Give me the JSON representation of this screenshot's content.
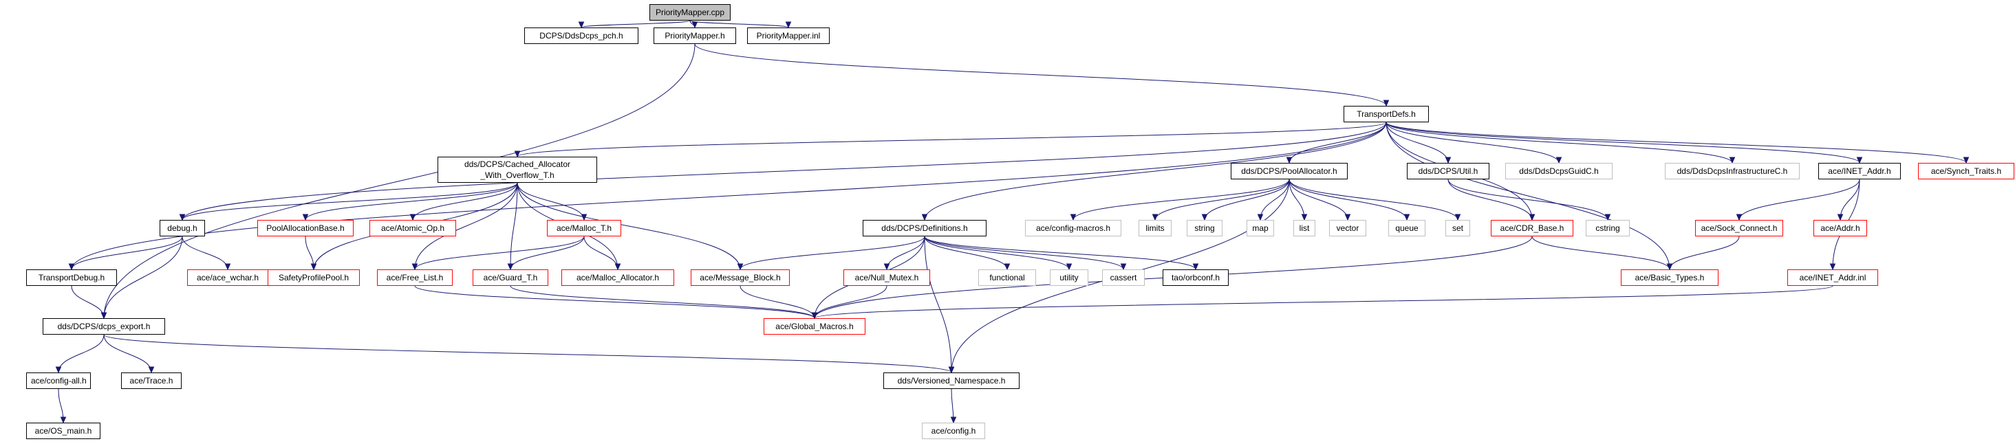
{
  "diagram": {
    "colors": {
      "edge": "#191970",
      "black": "#000000",
      "red": "#ff0000",
      "gray": "#bfbfbf",
      "root_fill": "#bfbfbf"
    },
    "nodes": [
      {
        "id": "n0",
        "label": "PriorityMapper.cpp",
        "style": "root"
      },
      {
        "id": "n1",
        "label": "DCPS/DdsDcps_pch.h",
        "style": "black"
      },
      {
        "id": "n2",
        "label": "PriorityMapper.h",
        "style": "black"
      },
      {
        "id": "n3",
        "label": "PriorityMapper.inl",
        "style": "black"
      },
      {
        "id": "n4",
        "label": "TransportDefs.h",
        "style": "black"
      },
      {
        "id": "n5",
        "label": "dds/DCPS/dcps_export.h",
        "style": "black"
      },
      {
        "id": "n6",
        "label": "dds/DCPS/Cached_Allocator_With_Overflow_T.h",
        "lines": [
          "dds/DCPS/Cached_Allocator",
          "_With_Overflow_T.h"
        ],
        "style": "black"
      },
      {
        "id": "n7",
        "label": "dds/DCPS/PoolAllocator.h",
        "style": "black"
      },
      {
        "id": "n8",
        "label": "dds/DCPS/Util.h",
        "style": "black"
      },
      {
        "id": "n9",
        "label": "dds/DdsDcpsGuidC.h",
        "style": "gray"
      },
      {
        "id": "n10",
        "label": "dds/DdsDcpsInfrastructureC.h",
        "style": "gray"
      },
      {
        "id": "n11",
        "label": "ace/INET_Addr.h",
        "style": "black"
      },
      {
        "id": "n12",
        "label": "ace/Synch_Traits.h",
        "style": "red"
      },
      {
        "id": "n13",
        "label": "debug.h",
        "style": "black"
      },
      {
        "id": "n14",
        "label": "PoolAllocationBase.h",
        "style": "red"
      },
      {
        "id": "n15",
        "label": "ace/Atomic_Op.h",
        "style": "red"
      },
      {
        "id": "n16",
        "label": "ace/Malloc_T.h",
        "style": "red"
      },
      {
        "id": "n17",
        "label": "dds/DCPS/Definitions.h",
        "style": "black"
      },
      {
        "id": "n18",
        "label": "ace/config-macros.h",
        "style": "gray"
      },
      {
        "id": "n19",
        "label": "limits",
        "style": "gray"
      },
      {
        "id": "n20",
        "label": "string",
        "style": "gray"
      },
      {
        "id": "n21",
        "label": "map",
        "style": "gray"
      },
      {
        "id": "n22",
        "label": "list",
        "style": "gray"
      },
      {
        "id": "n23",
        "label": "vector",
        "style": "gray"
      },
      {
        "id": "n24",
        "label": "queue",
        "style": "gray"
      },
      {
        "id": "n25",
        "label": "set",
        "style": "gray"
      },
      {
        "id": "n26",
        "label": "ace/CDR_Base.h",
        "style": "red"
      },
      {
        "id": "n27",
        "label": "cstring",
        "style": "gray"
      },
      {
        "id": "n28",
        "label": "ace/Sock_Connect.h",
        "style": "red"
      },
      {
        "id": "n29",
        "label": "ace/Addr.h",
        "style": "red"
      },
      {
        "id": "n30",
        "label": "ace/ace_wchar.h",
        "style": "red"
      },
      {
        "id": "n31",
        "label": "TransportDebug.h",
        "style": "black"
      },
      {
        "id": "n32",
        "label": "SafetyProfilePool.h",
        "style": "red"
      },
      {
        "id": "n33",
        "label": "ace/Free_List.h",
        "style": "red"
      },
      {
        "id": "n34",
        "label": "ace/Guard_T.h",
        "style": "red"
      },
      {
        "id": "n35",
        "label": "ace/Malloc_Allocator.h",
        "style": "red"
      },
      {
        "id": "n36",
        "label": "ace/Message_Block.h",
        "style": "red"
      },
      {
        "id": "n37",
        "label": "ace/Null_Mutex.h",
        "style": "red"
      },
      {
        "id": "n38",
        "label": "functional",
        "style": "gray"
      },
      {
        "id": "n39",
        "label": "utility",
        "style": "gray"
      },
      {
        "id": "n40",
        "label": "cassert",
        "style": "gray"
      },
      {
        "id": "n41",
        "label": "tao/orbconf.h",
        "style": "black"
      },
      {
        "id": "n42",
        "label": "ace/Basic_Types.h",
        "style": "red"
      },
      {
        "id": "n43",
        "label": "ace/INET_Addr.inl",
        "style": "red"
      },
      {
        "id": "n44",
        "label": "ace/Global_Macros.h",
        "style": "red"
      },
      {
        "id": "n45",
        "label": "dds/Versioned_Namespace.h",
        "style": "black"
      },
      {
        "id": "n46",
        "label": "ace/config-all.h",
        "style": "black"
      },
      {
        "id": "n47",
        "label": "ace/Trace.h",
        "style": "black"
      },
      {
        "id": "n48",
        "label": "ace/OS_main.h",
        "style": "black"
      },
      {
        "id": "n49",
        "label": "ace/config.h",
        "style": "gray"
      }
    ],
    "edges": [
      [
        "n0",
        "n1"
      ],
      [
        "n0",
        "n2"
      ],
      [
        "n0",
        "n3"
      ],
      [
        "n2",
        "n4"
      ],
      [
        "n2",
        "n5"
      ],
      [
        "n4",
        "n6"
      ],
      [
        "n4",
        "n7"
      ],
      [
        "n4",
        "n8"
      ],
      [
        "n4",
        "n9"
      ],
      [
        "n4",
        "n10"
      ],
      [
        "n4",
        "n11"
      ],
      [
        "n4",
        "n12"
      ],
      [
        "n4",
        "n13"
      ],
      [
        "n4",
        "n31"
      ],
      [
        "n4",
        "n17"
      ],
      [
        "n4",
        "n26"
      ],
      [
        "n4",
        "n42"
      ],
      [
        "n6",
        "n13"
      ],
      [
        "n6",
        "n14"
      ],
      [
        "n6",
        "n15"
      ],
      [
        "n6",
        "n16"
      ],
      [
        "n6",
        "n32"
      ],
      [
        "n6",
        "n33"
      ],
      [
        "n6",
        "n34"
      ],
      [
        "n6",
        "n35"
      ],
      [
        "n6",
        "n36"
      ],
      [
        "n7",
        "n18"
      ],
      [
        "n7",
        "n19"
      ],
      [
        "n7",
        "n20"
      ],
      [
        "n7",
        "n21"
      ],
      [
        "n7",
        "n22"
      ],
      [
        "n7",
        "n23"
      ],
      [
        "n7",
        "n24"
      ],
      [
        "n7",
        "n25"
      ],
      [
        "n7",
        "n45"
      ],
      [
        "n8",
        "n26"
      ],
      [
        "n8",
        "n27"
      ],
      [
        "n11",
        "n28"
      ],
      [
        "n11",
        "n29"
      ],
      [
        "n11",
        "n43"
      ],
      [
        "n13",
        "n30"
      ],
      [
        "n13",
        "n31"
      ],
      [
        "n13",
        "n5"
      ],
      [
        "n14",
        "n32"
      ],
      [
        "n16",
        "n33"
      ],
      [
        "n16",
        "n34"
      ],
      [
        "n16",
        "n35"
      ],
      [
        "n17",
        "n36"
      ],
      [
        "n17",
        "n37"
      ],
      [
        "n17",
        "n38"
      ],
      [
        "n17",
        "n39"
      ],
      [
        "n17",
        "n40"
      ],
      [
        "n17",
        "n41"
      ],
      [
        "n17",
        "n44"
      ],
      [
        "n17",
        "n45"
      ],
      [
        "n26",
        "n42"
      ],
      [
        "n26",
        "n44"
      ],
      [
        "n28",
        "n42"
      ],
      [
        "n43",
        "n44"
      ],
      [
        "n31",
        "n5"
      ],
      [
        "n33",
        "n44"
      ],
      [
        "n34",
        "n44"
      ],
      [
        "n36",
        "n44"
      ],
      [
        "n37",
        "n44"
      ],
      [
        "n5",
        "n46"
      ],
      [
        "n5",
        "n47"
      ],
      [
        "n5",
        "n45"
      ],
      [
        "n46",
        "n48"
      ],
      [
        "n45",
        "n49"
      ]
    ]
  }
}
